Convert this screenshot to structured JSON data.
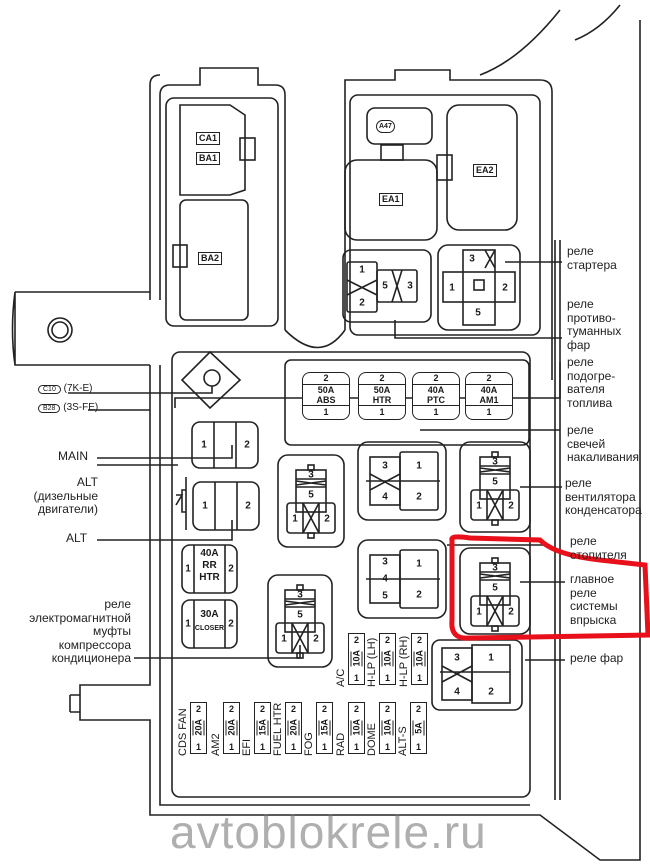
{
  "watermark": "avtoblokrele.ru",
  "colors": {
    "line": "#222222",
    "highlight": "#e8101a",
    "watermark": "#8a8a8a"
  },
  "connectors": {
    "ca1": "CA1",
    "ba1": "BA1",
    "ba2": "BA2",
    "a47": "A47",
    "ea1": "EA1",
    "ea2": "EA2"
  },
  "ground": {
    "c10": "C10",
    "c10_engine": "(7K-E)",
    "b28": "B28",
    "b28_engine": "(3S-FE)"
  },
  "big_fuses": [
    {
      "top": "2",
      "amp": "50A",
      "name": "ABS",
      "bottom": "1"
    },
    {
      "top": "2",
      "amp": "50A",
      "name": "HTR",
      "bottom": "1"
    },
    {
      "top": "2",
      "amp": "40A",
      "name": "PTC",
      "bottom": "1"
    },
    {
      "top": "2",
      "amp": "40A",
      "name": "AM1",
      "bottom": "1"
    }
  ],
  "fusible": {
    "main_1": "1",
    "main_2": "2",
    "alt_1": "1",
    "alt_2": "2"
  },
  "mid_fuses": [
    {
      "amp": "40A",
      "name1": "RR",
      "name2": "HTR",
      "p1": "1",
      "p2": "2"
    },
    {
      "amp": "30A",
      "name1": "CLOSER",
      "name2": "",
      "p1": "1",
      "p2": "2"
    }
  ],
  "small_fuses_row1": [
    {
      "name": "A/C",
      "amp": "10A",
      "top": "2",
      "bottom": "1"
    },
    {
      "name": "H-LP (LH)",
      "amp": "10A",
      "top": "2",
      "bottom": "1"
    },
    {
      "name": "H-LP (RH)",
      "amp": "10A",
      "top": "2",
      "bottom": "1"
    }
  ],
  "small_fuses_row2": [
    {
      "name": "CDS FAN",
      "amp": "20A",
      "top": "2",
      "bottom": "1"
    },
    {
      "name": "AM2",
      "amp": "20A",
      "top": "2",
      "bottom": "1"
    },
    {
      "name": "EFI",
      "amp": "15A",
      "top": "2",
      "bottom": "1"
    },
    {
      "name": "FUEL HTR",
      "amp": "20A",
      "top": "2",
      "bottom": "1"
    },
    {
      "name": "FOG",
      "amp": "15A",
      "top": "2",
      "bottom": "1"
    },
    {
      "name": "RAD",
      "amp": "10A",
      "top": "2",
      "bottom": "1"
    },
    {
      "name": "DOME",
      "amp": "10A",
      "top": "2",
      "bottom": "1"
    },
    {
      "name": "ALT-S",
      "amp": "5A",
      "top": "2",
      "bottom": "1"
    }
  ],
  "pins": {
    "p1": "1",
    "p2": "2",
    "p3": "3",
    "p4": "4",
    "p5": "5"
  },
  "labels_left": {
    "main": "MAIN",
    "alt_diesel_1": "ALT",
    "alt_diesel_2": "(дизельные",
    "alt_diesel_3": "двигатели)",
    "alt": "ALT",
    "ac_clutch_1": "реле",
    "ac_clutch_2": "электромагнитной",
    "ac_clutch_3": "муфты",
    "ac_clutch_4": "компрессора",
    "ac_clutch_5": "кондиционера"
  },
  "labels_right": {
    "starter_1": "реле",
    "starter_2": "стартера",
    "fog_1": "реле",
    "fog_2": "противо-",
    "fog_3": "туманных",
    "fog_4": "фар",
    "fuelheat_1": "реле",
    "fuelheat_2": "подогре-",
    "fuelheat_3": "вателя",
    "fuelheat_4": "топлива",
    "glow_1": "реле",
    "glow_2": "свечей",
    "glow_3": "накаливания",
    "condfan_1": "реле",
    "condfan_2": "вентилятора",
    "condfan_3": "конденсатора",
    "heater_1": "реле",
    "heater_2": "отопителя",
    "efi_1": "главное",
    "efi_2": "реле",
    "efi_3": "системы",
    "efi_4": "впрыска",
    "headlight": "реле фар"
  }
}
